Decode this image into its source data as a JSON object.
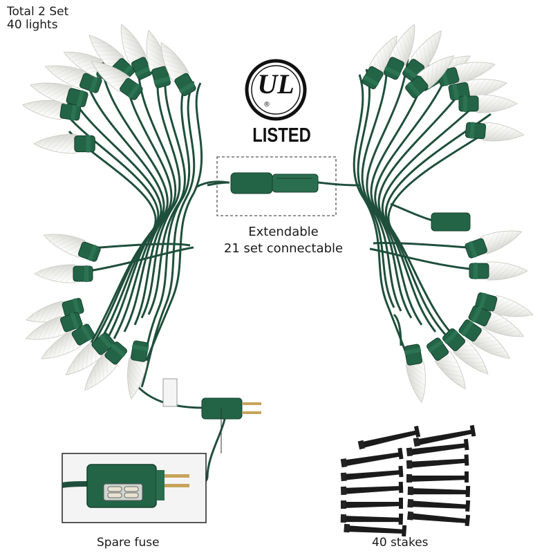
{
  "captions": {
    "total_line1": "Total 2 Set",
    "total_line2": "40 lights",
    "extend_line1": "Extendable",
    "extend_line2": "21 set connectable",
    "spare_fuse": "Spare fuse",
    "stakes": "40 stakes"
  },
  "ul_mark": {
    "letters": "UL",
    "listed": "LISTED",
    "registered": "®"
  },
  "colors": {
    "wire": "#1f4f3c",
    "socket": "#236447",
    "bulb": "#f3f3f0",
    "stake": "#1b1b1b"
  }
}
